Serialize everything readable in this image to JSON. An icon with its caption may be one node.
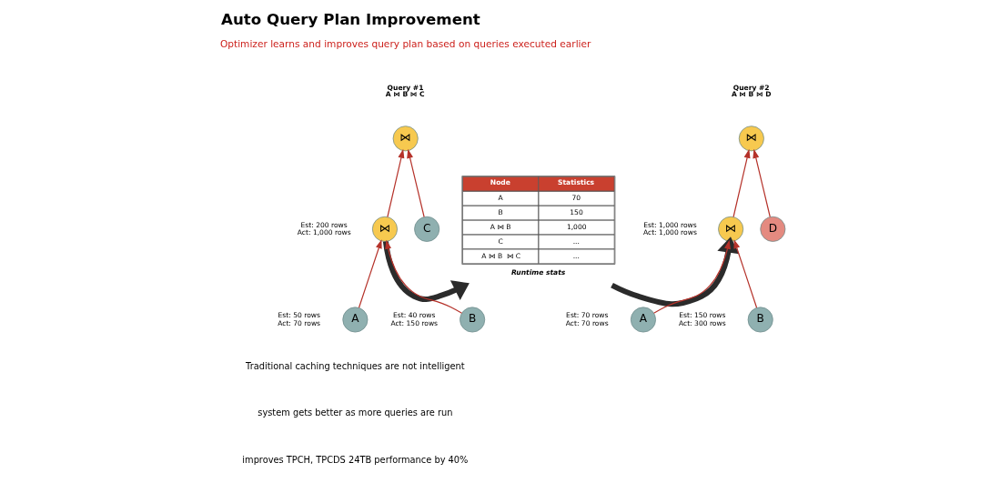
{
  "diagram": {
    "title": "Auto Query Plan Improvement",
    "nodes": [
      {
        "text": [
          "⋈"
        ],
        "beside": [
          "Query #1",
          "A ⋈ B ⋈ C"
        ]
      },
      {
        "text": [
          "⋈"
        ],
        "beside": [
          "Est: 200 rows",
          "Act: 1,000 rows"
        ]
      },
      {
        "text": [
          "C"
        ]
      },
      {
        "text": [
          "A"
        ],
        "beside": [
          "Est: 50 rows",
          "Act: 70 rows"
        ]
      },
      {
        "text": [
          "B"
        ],
        "beside": [
          "Est: 40 rows",
          "Act: 150 rows"
        ]
      },
      {
        "text": [
          "Node",
          "Statistics",
          "A",
          "70",
          "B",
          "150",
          "A ⋈ B",
          "1,000",
          "C",
          "...",
          "A ⋈ B  ⋈ C",
          "..."
        ],
        "beside": [
          "Runtime stats"
        ]
      },
      {
        "text": [
          "⋈"
        ],
        "beside": [
          "Query #2",
          "A ⋈ B ⋈ D"
        ]
      },
      {
        "text": [
          "⋈"
        ],
        "beside": [
          "Est: 1,000 rows",
          "Act: 1,000 rows"
        ]
      },
      {
        "text": [
          "D"
        ]
      },
      {
        "text": [
          "A"
        ],
        "beside": [
          "Est: 70 rows",
          "Act: 70 rows"
        ]
      },
      {
        "text": [
          "B"
        ],
        "beside": [
          "Est: 150 rows",
          "Act: 300 rows"
        ]
      }
    ],
    "edges": [
      {
        "from": 3,
        "to": 1,
        "arrow": "to"
      },
      {
        "from": 4,
        "to": 1,
        "arrow": "to"
      },
      {
        "from": 1,
        "to": 0,
        "arrow": "to"
      },
      {
        "from": 2,
        "to": 0,
        "arrow": "to"
      },
      {
        "from": 1,
        "to": 5,
        "arrow": "to",
        "style": "thick",
        "color": "#2b2b2b"
      },
      {
        "from": 5,
        "to": 7,
        "arrow": "to",
        "style": "thick",
        "color": "#2b2b2b"
      },
      {
        "from": 9,
        "to": 7,
        "arrow": "to"
      },
      {
        "from": 10,
        "to": 7,
        "arrow": "to"
      },
      {
        "from": 7,
        "to": 6,
        "arrow": "to"
      },
      {
        "from": 8,
        "to": 6,
        "arrow": "to"
      }
    ],
    "labels": [
      "Optimizer learns and improves query plan based on queries executed earlier",
      "Traditional caching techniques are not intelligent",
      "system gets better as more queries are run",
      "improves TPCH, TPCDS 24TB performance by 40%"
    ]
  }
}
